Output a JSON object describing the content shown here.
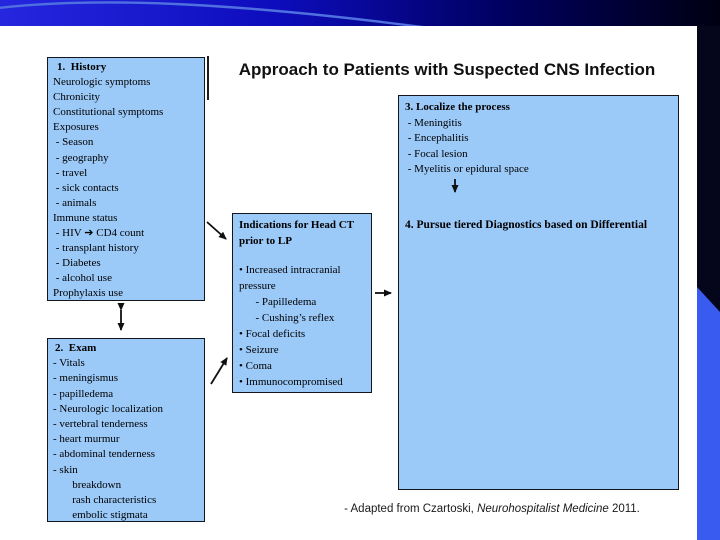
{
  "slide": {
    "title": "Approach to Patients with Suspected CNS Infection",
    "citation": {
      "prefix": "- Adapted from Czartoski, ",
      "italic": "Neurohospitalist Medicine",
      "suffix": " 2011."
    }
  },
  "boxes": {
    "history": {
      "title": "1.  History",
      "lines": [
        "Neurologic symptoms",
        "Chronicity",
        "Constitutional symptoms",
        "Exposures",
        " - Season",
        " - geography",
        " - travel",
        " - sick contacts",
        " - animals",
        "Immune status",
        " - HIV ➔ CD4 count",
        " - transplant history",
        " - Diabetes",
        " - alcohol use",
        "Prophylaxis use"
      ]
    },
    "exam": {
      "title": "2.  Exam",
      "lines": [
        "- Vitals",
        "- meningismus",
        "- papilledema",
        "- Neurologic localization",
        "- vertebral tenderness",
        "- heart murmur",
        "- abdominal tenderness",
        "- skin",
        "       breakdown",
        "       rash characteristics",
        "       embolic stigmata"
      ]
    },
    "head_ct": {
      "title": "Indications for Head CT prior to LP",
      "lines": [
        "• Increased intracranial",
        "pressure",
        "      - Papilledema",
        "      - Cushing’s reflex",
        "• Focal deficits",
        "• Seizure",
        "• Coma",
        "• Immunocompromised"
      ]
    },
    "localize": {
      "title": "3. Localize the process",
      "lines": [
        " - Meningitis",
        " - Encephalitis",
        " - Focal lesion",
        " - Myelitis or epidural space"
      ]
    },
    "diagnostics": {
      "title": "4. Pursue tiered Diagnostics based on Differential"
    }
  },
  "colors": {
    "box_fill": "#9bc9f8",
    "box_border": "#15151d",
    "banner_blue_left": "#2626df",
    "banner_navy_right": "#000012",
    "banner_curve": "#5070e0",
    "stripe_dark": "#05051c",
    "stripe_blue": "#3a5bef",
    "text": "#000000"
  },
  "icons": {
    "hiv_arrow": "➔",
    "bullet": "•"
  }
}
